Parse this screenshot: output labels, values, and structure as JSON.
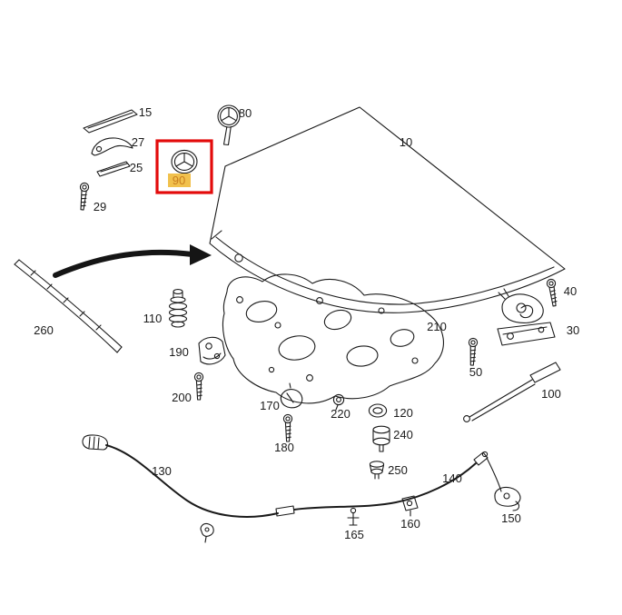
{
  "colors": {
    "background": "#ffffff",
    "line": "#1a1a1a"
  },
  "highlight": {
    "box_color": "#e30b0b",
    "label_bg": "#f1c14d",
    "label_text_color": "#c97d1e"
  },
  "part_numbers": {
    "hood": "10",
    "molding_strip": "15",
    "strip_25": "25",
    "cover_27": "27",
    "bolt_29": "29",
    "hood_lock": "30",
    "bolt_40": "40",
    "bolt_50": "50",
    "star_emblem": "80",
    "flat_emblem": "90",
    "gas_strut": "100",
    "grommet_110": "110",
    "ring_120": "120",
    "cable_front": "130",
    "cable_rear": "140",
    "safety_catch": "150",
    "clip_160": "160",
    "clip_165": "165",
    "clamp_170": "170",
    "bolt_180": "180",
    "hinge_190": "190",
    "bolt_200": "200",
    "insulation_pad": "210",
    "grommet_220": "220",
    "buffer_240": "240",
    "grommet_250": "250",
    "front_seal_260": "260"
  }
}
